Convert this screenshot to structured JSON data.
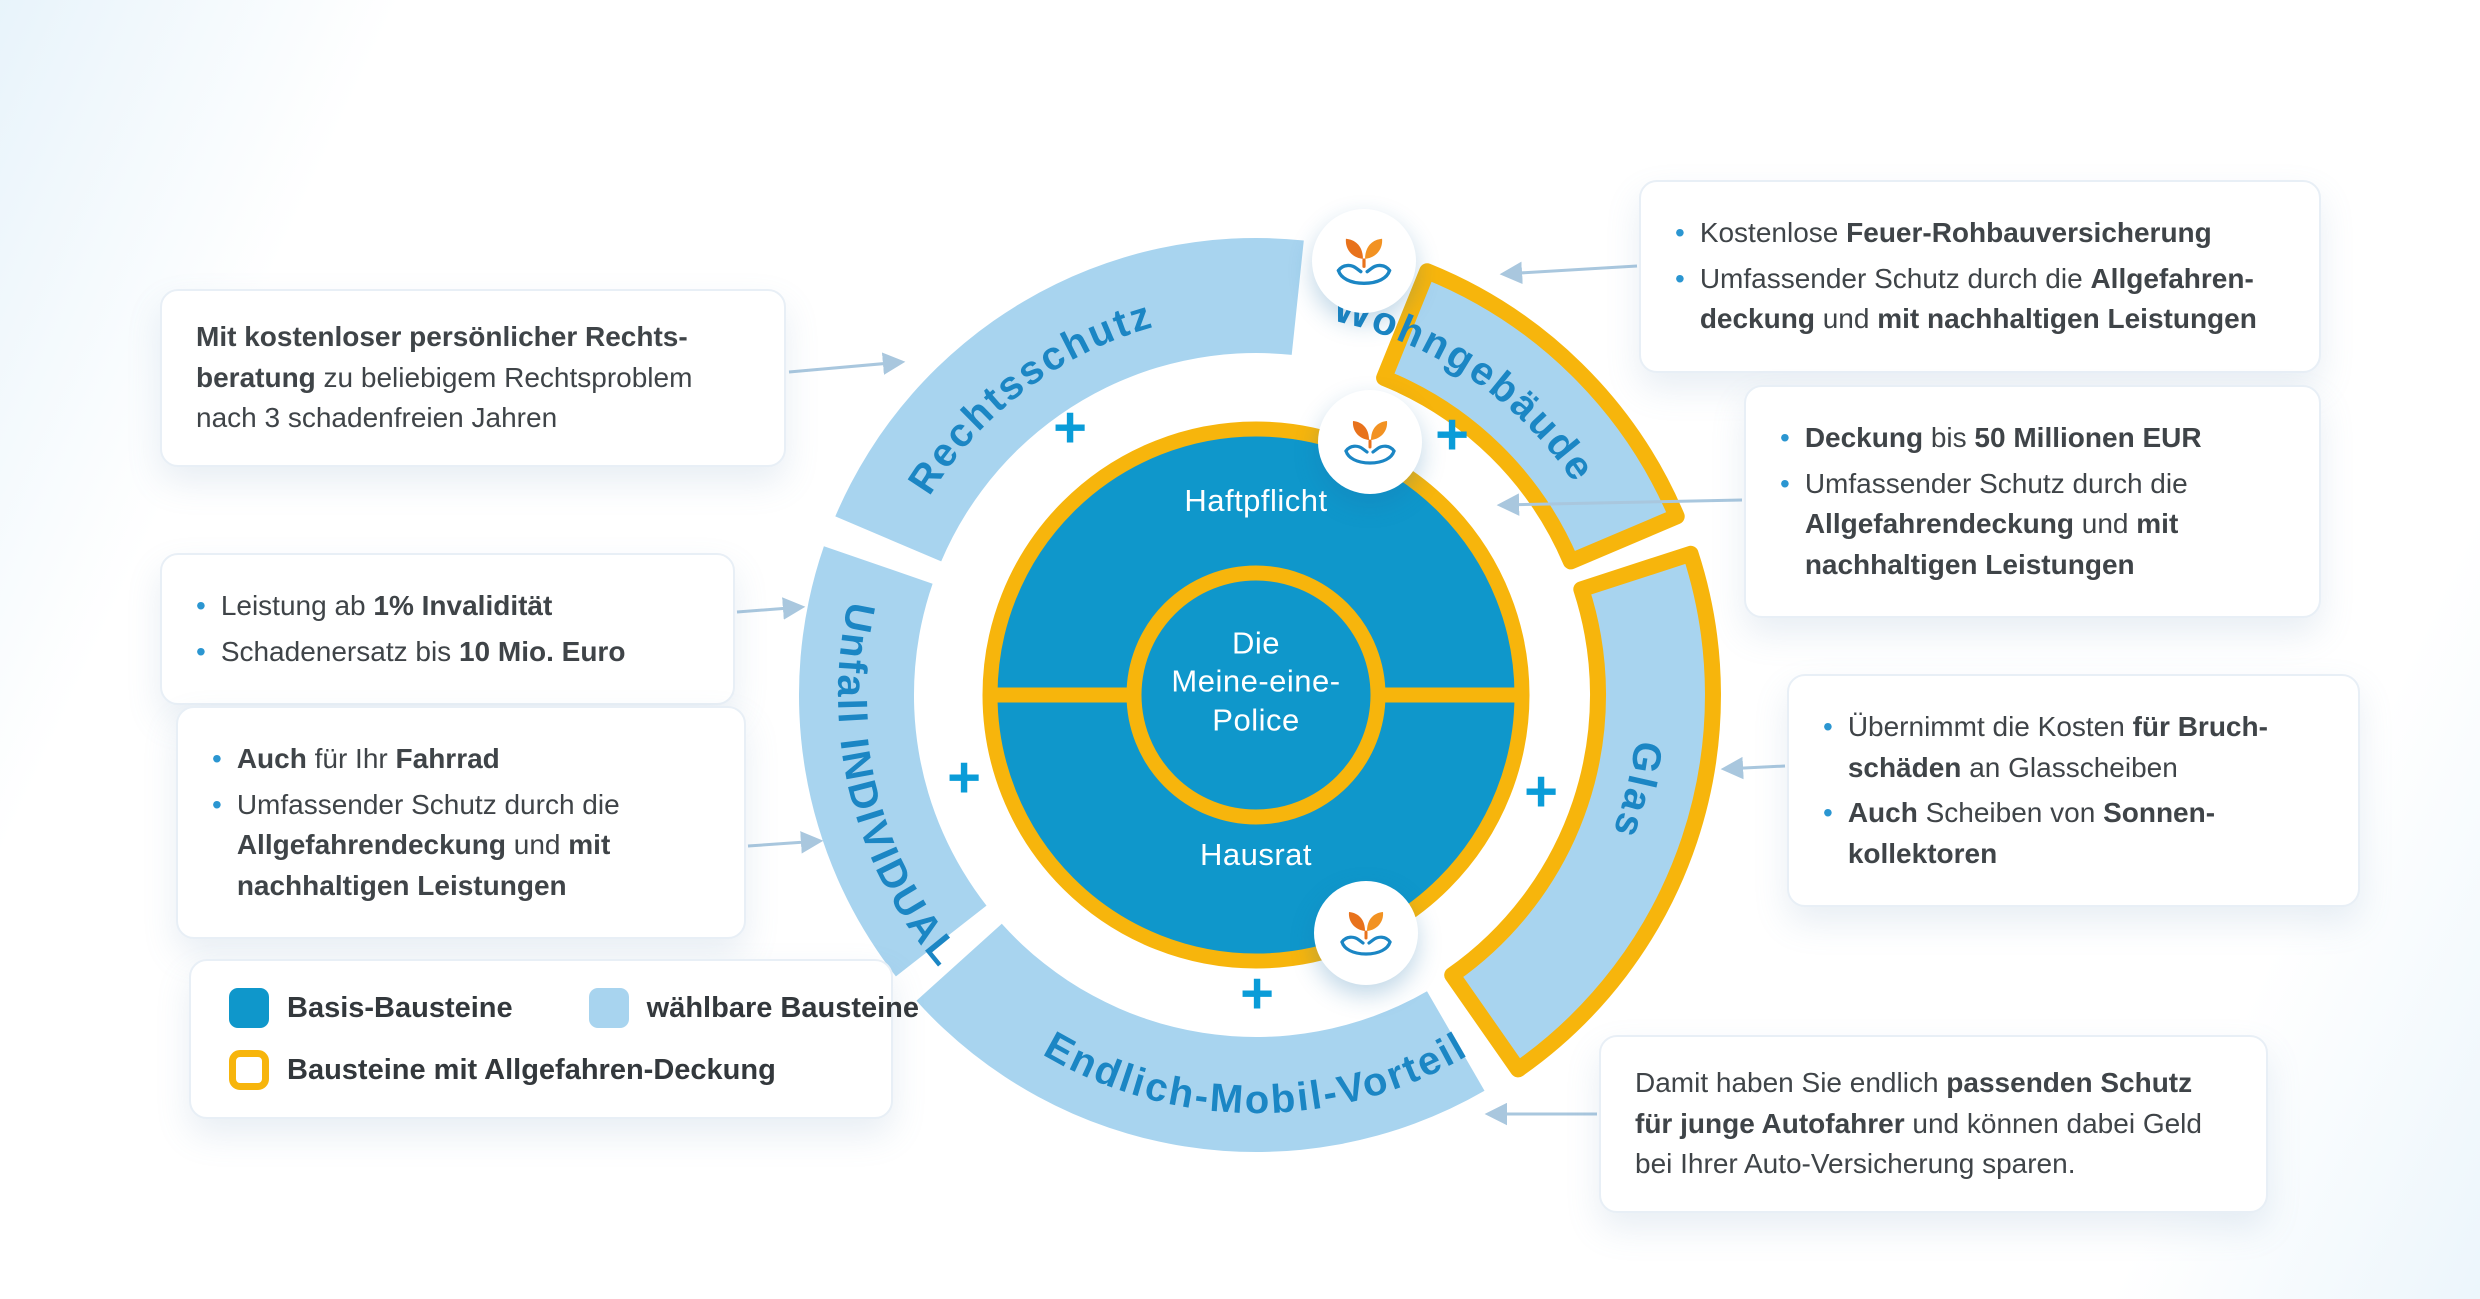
{
  "colors": {
    "basis_blue": "#0f97cb",
    "light_blue": "#a8d4ef",
    "allgefahren_yellow": "#f7b50c",
    "label_blue": "#1b86c4",
    "plus_blue": "#0a9cd8",
    "bullet_blue": "#2b96d1",
    "text_dark": "#3f4448",
    "arrow_blue": "#a9c7de",
    "leaf_orange": "#e8721c",
    "leaf_orange_2": "#f29222",
    "hand_blue": "#1b86c4"
  },
  "ui": {
    "bullet": "•"
  },
  "diagram": {
    "center_circle": {
      "lines": [
        "Die",
        "Meine-eine-",
        "Police"
      ]
    },
    "inner_segments": [
      {
        "id": "haftpflicht",
        "label": "Haftpflicht"
      },
      {
        "id": "hausrat",
        "label": "Hausrat"
      }
    ],
    "ring_segments": [
      {
        "id": "rechtsschutz",
        "label": "Rechtsschutz",
        "allgefahren": false
      },
      {
        "id": "wohngebaeude",
        "label": "Wohngebäude",
        "allgefahren": true
      },
      {
        "id": "glas",
        "label": "Glas",
        "allgefahren": true
      },
      {
        "id": "endlich-mobil-vorteil",
        "label": "Endlich-Mobil-Vorteil",
        "allgefahren": false
      },
      {
        "id": "unfall-individual",
        "label": "Unfall INDIVIDUAL",
        "allgefahren": false
      }
    ],
    "plus_sign": "+",
    "sustainability_icon": "hands-holding-plant"
  },
  "callouts": {
    "rechtsschutz": {
      "type": "paragraph",
      "lines": [
        [
          {
            "t": "Mit kostenloser persönlicher Rechts-beratung",
            "b": true
          },
          {
            "t": " zu beliebigem Rechtsproblem nach 3 schadenfreien Jahren",
            "b": false
          }
        ]
      ]
    },
    "unfall": {
      "type": "bullets",
      "lines": [
        [
          {
            "t": "Leistung ab ",
            "b": false
          },
          {
            "t": "1% Invalidität",
            "b": true
          }
        ],
        [
          {
            "t": "Schadenersatz bis ",
            "b": false
          },
          {
            "t": "10 Mio. Euro",
            "b": true
          }
        ]
      ]
    },
    "fahrrad": {
      "type": "bullets",
      "lines": [
        [
          {
            "t": "Auch",
            "b": true
          },
          {
            "t": " für Ihr ",
            "b": false
          },
          {
            "t": "Fahrrad",
            "b": true
          }
        ],
        [
          {
            "t": "Umfassender Schutz durch die ",
            "b": false
          },
          {
            "t": "Allgefahrendeckung",
            "b": true
          },
          {
            "t": " und ",
            "b": false
          },
          {
            "t": "mit nachhaltigen Leistungen",
            "b": true
          }
        ]
      ]
    },
    "wohngebaeude": {
      "type": "bullets",
      "lines": [
        [
          {
            "t": "Kostenlose ",
            "b": false
          },
          {
            "t": "Feuer-Rohbauversicherung",
            "b": true
          }
        ],
        [
          {
            "t": "Umfassender Schutz durch die ",
            "b": false
          },
          {
            "t": "Allgefahren-deckung",
            "b": true
          },
          {
            "t": " und ",
            "b": false
          },
          {
            "t": "mit nachhaltigen Leistungen",
            "b": true
          }
        ]
      ]
    },
    "haftpflicht": {
      "type": "bullets",
      "lines": [
        [
          {
            "t": "Deckung",
            "b": true
          },
          {
            "t": " bis ",
            "b": false
          },
          {
            "t": "50 Millionen EUR",
            "b": true
          }
        ],
        [
          {
            "t": "Umfassender Schutz durch die ",
            "b": false
          },
          {
            "t": "Allgefahrendeckung",
            "b": true
          },
          {
            "t": " und ",
            "b": false
          },
          {
            "t": "mit nachhaltigen Leistungen",
            "b": true
          }
        ]
      ]
    },
    "glas": {
      "type": "bullets",
      "lines": [
        [
          {
            "t": "Übernimmt die Kosten ",
            "b": false
          },
          {
            "t": "für Bruch-schäden",
            "b": true
          },
          {
            "t": " an Glasscheiben",
            "b": false
          }
        ],
        [
          {
            "t": "Auch",
            "b": true
          },
          {
            "t": " Scheiben von ",
            "b": false
          },
          {
            "t": "Sonnen-kollektoren",
            "b": true
          }
        ]
      ]
    },
    "endlich_mobil": {
      "type": "paragraph",
      "lines": [
        [
          {
            "t": "Damit haben Sie endlich ",
            "b": false
          },
          {
            "t": "passenden Schutz für junge Autofahrer",
            "b": true
          },
          {
            "t": " und können dabei Geld bei Ihrer Auto-Versicherung sparen.",
            "b": false
          }
        ]
      ]
    }
  },
  "legend": {
    "items": [
      {
        "swatch": "basis",
        "label": "Basis-Bausteine"
      },
      {
        "swatch": "waehlbar",
        "label": "wählbare Bausteine"
      },
      {
        "swatch": "allgefahren",
        "label": "Bausteine mit Allgefahren-Deckung"
      }
    ]
  }
}
